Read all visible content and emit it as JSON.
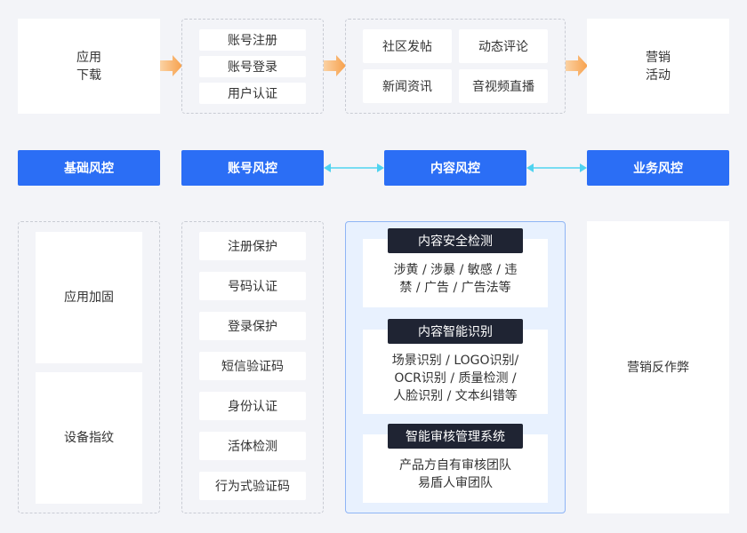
{
  "top": {
    "app_download": "应用\n下载",
    "account_items": [
      "账号注册",
      "账号登录",
      "用户认证"
    ],
    "community_items": [
      "社区发帖",
      "动态评论",
      "新闻资讯",
      "音视频直播"
    ],
    "marketing": "营销\n活动"
  },
  "middle": {
    "basic": "基础风控",
    "account": "账号风控",
    "content": "内容风控",
    "business": "业务风控"
  },
  "bottom": {
    "basic_items": [
      "应用加固",
      "设备指纹"
    ],
    "account_items": [
      "注册保护",
      "号码认证",
      "登录保护",
      "短信验证码",
      "身份认证",
      "活体检测",
      "行为式验证码"
    ],
    "content_sections": [
      {
        "title": "内容安全检测",
        "body": "涉黄 / 涉暴 / 敏感 / 违\n禁 / 广告 / 广告法等"
      },
      {
        "title": "内容智能识别",
        "body": "场景识别 / LOGO识别/\nOCR识别 / 质量检测 /\n人脸识别 / 文本纠错等"
      },
      {
        "title": "智能审核管理系统",
        "body": "产品方自有审核团队\n易盾人审团队"
      }
    ],
    "business_item": "营销反作弊"
  },
  "colors": {
    "blue": "#2b6ef5",
    "orange": "#f7a04b",
    "cyan": "#4fd3f0",
    "dark": "#1f2433"
  }
}
